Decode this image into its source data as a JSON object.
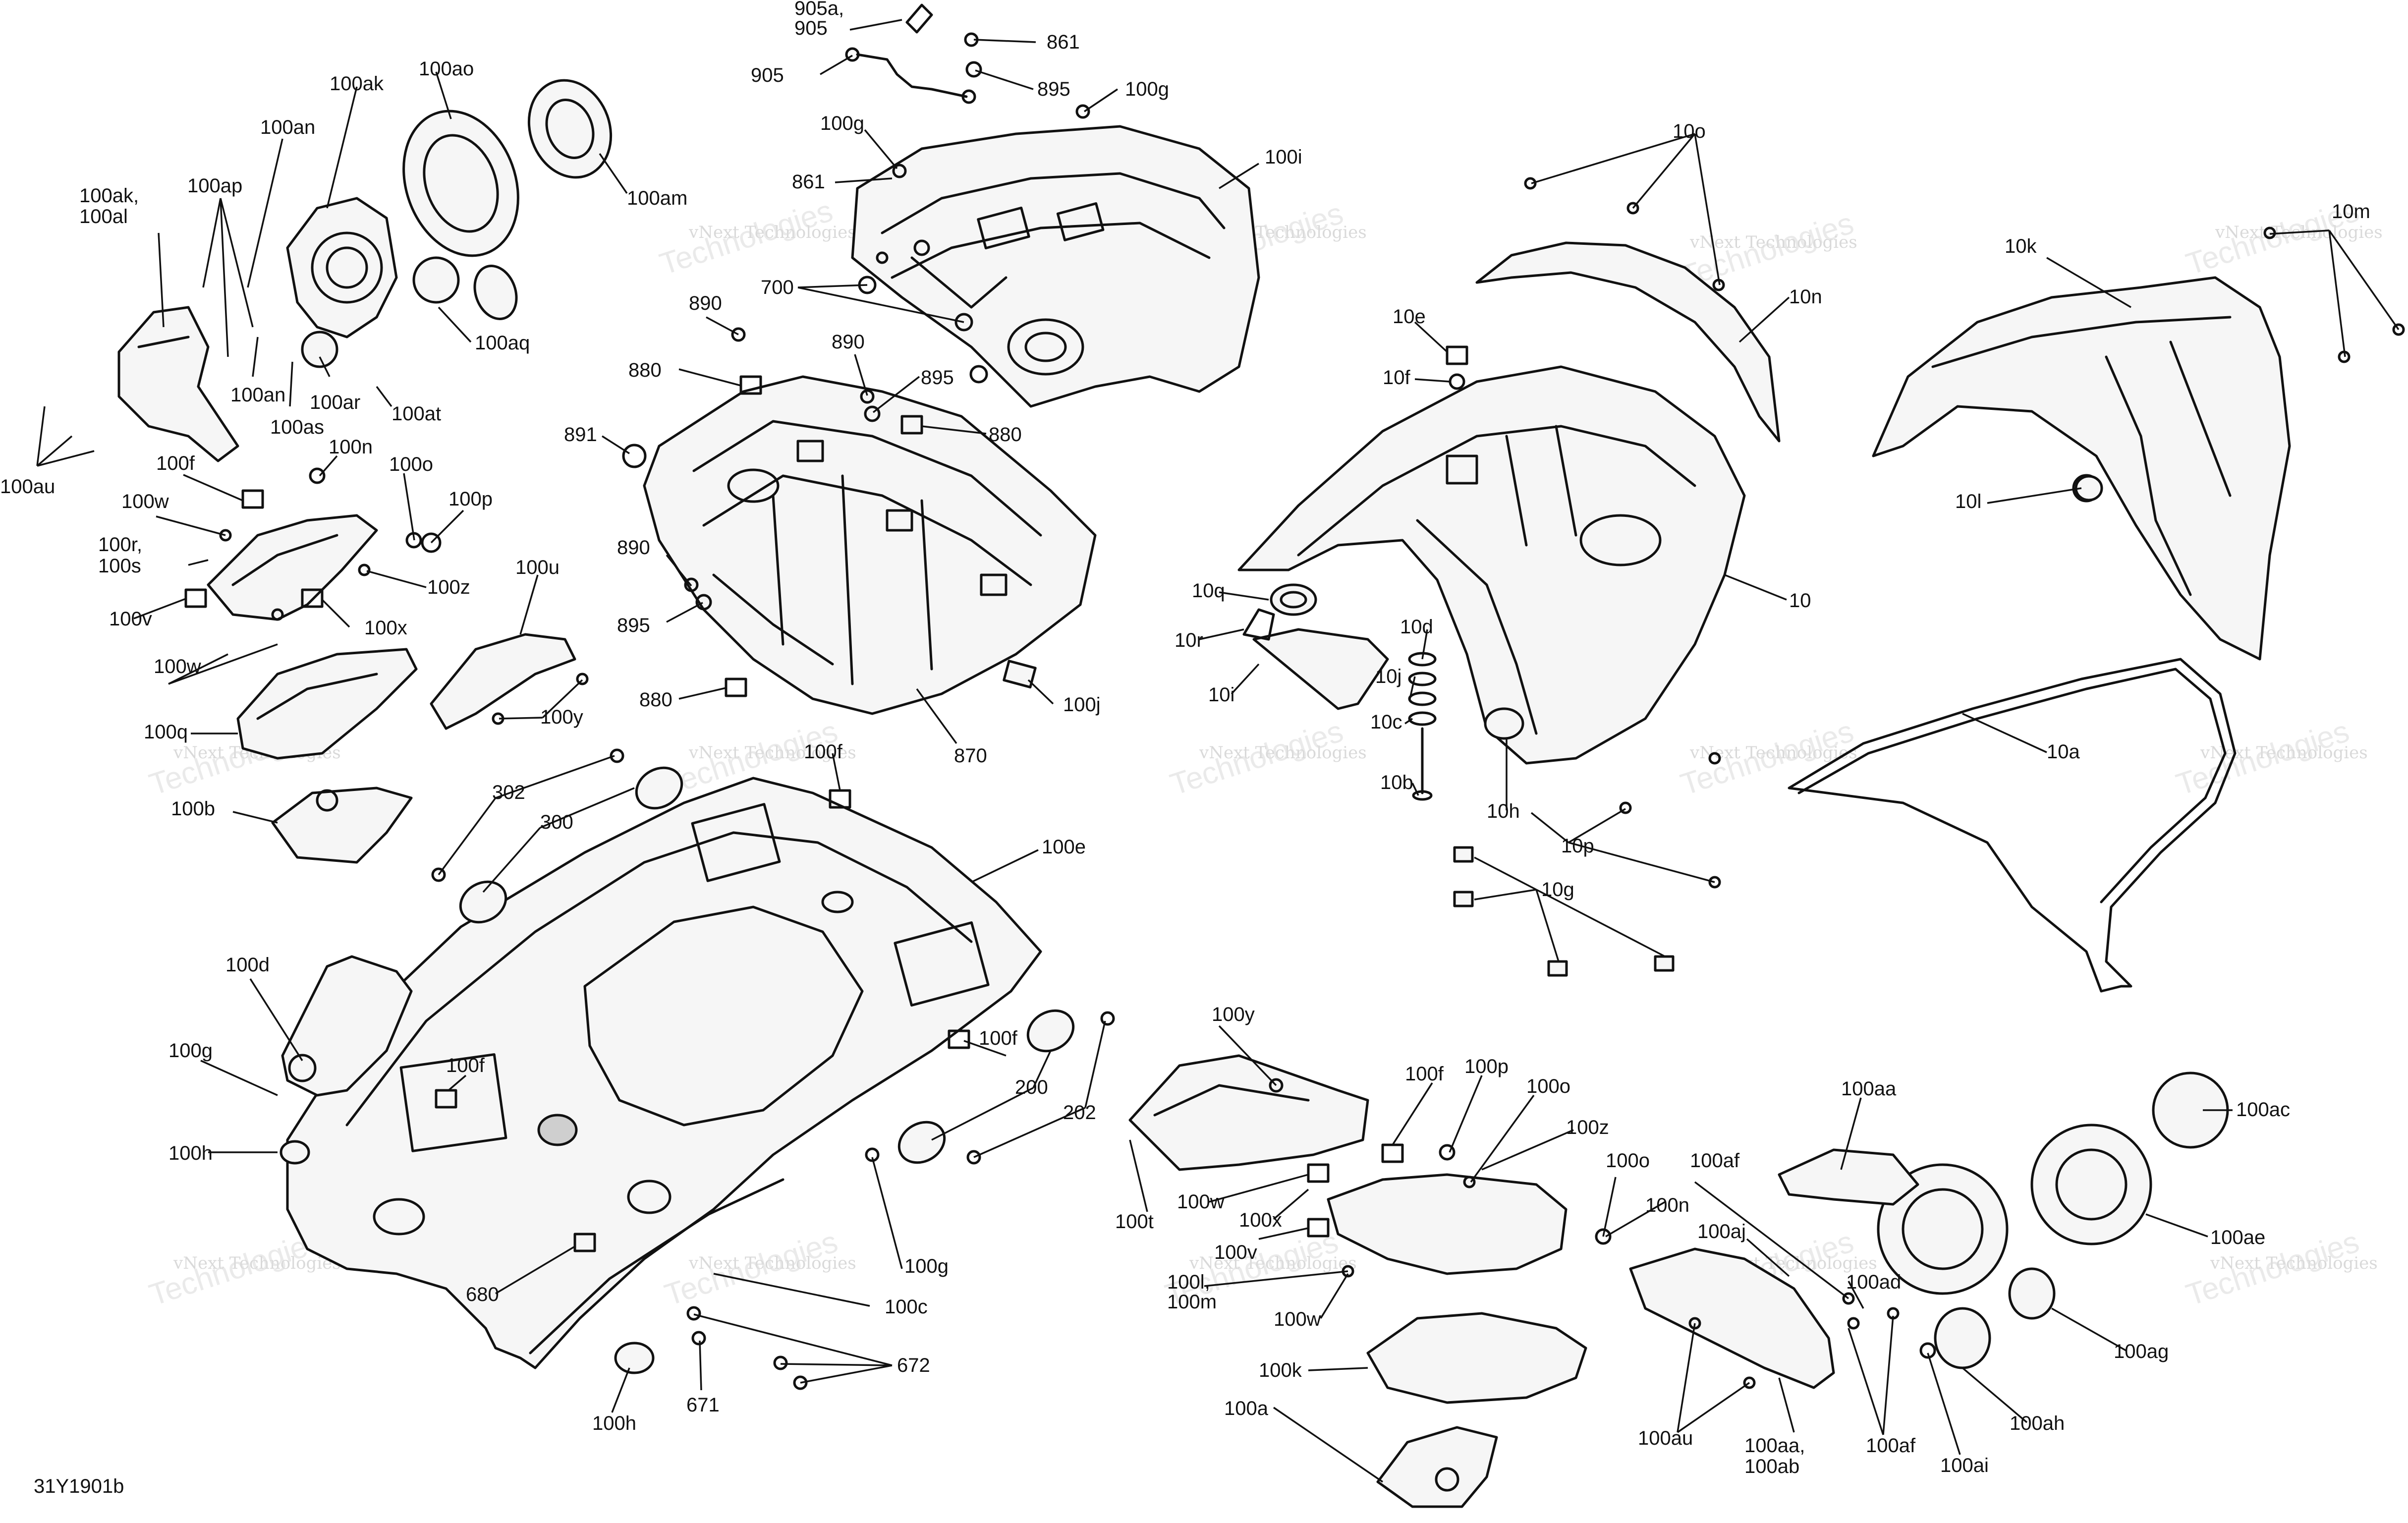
{
  "drawing_code": "31Y1901b",
  "watermark": {
    "line1": "vNext Technologies",
    "line2": "Technologies"
  },
  "callouts": [
    {
      "id": "c905a",
      "text": "905a,"
    },
    {
      "id": "c905b",
      "text": "905"
    },
    {
      "id": "c905c",
      "text": "905"
    },
    {
      "id": "c861a",
      "text": "861"
    },
    {
      "id": "c895a",
      "text": "895"
    },
    {
      "id": "c100g_top",
      "text": "100g"
    },
    {
      "id": "c100g_mid",
      "text": "100g"
    },
    {
      "id": "c861b",
      "text": "861"
    },
    {
      "id": "c100i",
      "text": "100i"
    },
    {
      "id": "c700",
      "text": "700"
    },
    {
      "id": "c890a",
      "text": "890"
    },
    {
      "id": "c890b",
      "text": "890"
    },
    {
      "id": "c895b",
      "text": "895"
    },
    {
      "id": "c880a",
      "text": "880"
    },
    {
      "id": "c880b",
      "text": "880"
    },
    {
      "id": "c891",
      "text": "891"
    },
    {
      "id": "c890c",
      "text": "890"
    },
    {
      "id": "c895c",
      "text": "895"
    },
    {
      "id": "c880c",
      "text": "880"
    },
    {
      "id": "c870",
      "text": "870"
    },
    {
      "id": "c100j",
      "text": "100j"
    },
    {
      "id": "c100ak_top",
      "text": "100ak"
    },
    {
      "id": "c100ao",
      "text": "100ao"
    },
    {
      "id": "c100an_top",
      "text": "100an"
    },
    {
      "id": "c100ap",
      "text": "100ap"
    },
    {
      "id": "c100ak_l1",
      "text": "100ak,"
    },
    {
      "id": "c100al",
      "text": "100al"
    },
    {
      "id": "c100am",
      "text": "100am"
    },
    {
      "id": "c100aq",
      "text": "100aq"
    },
    {
      "id": "c100an_bot",
      "text": "100an"
    },
    {
      "id": "c100ar",
      "text": "100ar"
    },
    {
      "id": "c100at",
      "text": "100at"
    },
    {
      "id": "c100as",
      "text": "100as"
    },
    {
      "id": "c100au_l",
      "text": "100au"
    },
    {
      "id": "c100f_l",
      "text": "100f"
    },
    {
      "id": "c100n_l",
      "text": "100n"
    },
    {
      "id": "c100o_l",
      "text": "100o"
    },
    {
      "id": "c100p_l",
      "text": "100p"
    },
    {
      "id": "c100w_l1",
      "text": "100w"
    },
    {
      "id": "c100r",
      "text": "100r,"
    },
    {
      "id": "c100s",
      "text": "100s"
    },
    {
      "id": "c100z_l",
      "text": "100z"
    },
    {
      "id": "c100v_l",
      "text": "100v"
    },
    {
      "id": "c100x_l",
      "text": "100x"
    },
    {
      "id": "c100u",
      "text": "100u"
    },
    {
      "id": "c100w_l2",
      "text": "100w"
    },
    {
      "id": "c100y_l",
      "text": "100y"
    },
    {
      "id": "c100q",
      "text": "100q"
    },
    {
      "id": "c100b",
      "text": "100b"
    },
    {
      "id": "c302",
      "text": "302"
    },
    {
      "id": "c300",
      "text": "300"
    },
    {
      "id": "c100f_m",
      "text": "100f"
    },
    {
      "id": "c100e",
      "text": "100e"
    },
    {
      "id": "c100d",
      "text": "100d"
    },
    {
      "id": "c100g_l",
      "text": "100g"
    },
    {
      "id": "c100f_p",
      "text": "100f"
    },
    {
      "id": "c100h_l",
      "text": "100h"
    },
    {
      "id": "c100f_r",
      "text": "100f"
    },
    {
      "id": "c200",
      "text": "200"
    },
    {
      "id": "c202",
      "text": "202"
    },
    {
      "id": "c100g_b",
      "text": "100g"
    },
    {
      "id": "c680",
      "text": "680"
    },
    {
      "id": "c100c",
      "text": "100c"
    },
    {
      "id": "c672",
      "text": "672"
    },
    {
      "id": "c671",
      "text": "671"
    },
    {
      "id": "c100h_b",
      "text": "100h"
    },
    {
      "id": "c10o",
      "text": "10o"
    },
    {
      "id": "c10n",
      "text": "10n"
    },
    {
      "id": "c10e",
      "text": "10e"
    },
    {
      "id": "c10f",
      "text": "10f"
    },
    {
      "id": "c10",
      "text": "10"
    },
    {
      "id": "c10q",
      "text": "10q"
    },
    {
      "id": "c10r",
      "text": "10r"
    },
    {
      "id": "c10i",
      "text": "10i"
    },
    {
      "id": "c10d",
      "text": "10d"
    },
    {
      "id": "c10j",
      "text": "10j"
    },
    {
      "id": "c10c",
      "text": "10c"
    },
    {
      "id": "c10b",
      "text": "10b"
    },
    {
      "id": "c10h",
      "text": "10h"
    },
    {
      "id": "c10p",
      "text": "10p"
    },
    {
      "id": "c10g",
      "text": "10g"
    },
    {
      "id": "c10k",
      "text": "10k"
    },
    {
      "id": "c10m",
      "text": "10m"
    },
    {
      "id": "c10l",
      "text": "10l"
    },
    {
      "id": "c10a",
      "text": "10a"
    },
    {
      "id": "c100y_r",
      "text": "100y"
    },
    {
      "id": "c100f_r2",
      "text": "100f"
    },
    {
      "id": "c100p_r",
      "text": "100p"
    },
    {
      "id": "c100o_r1",
      "text": "100o"
    },
    {
      "id": "c100z_r",
      "text": "100z"
    },
    {
      "id": "c100t",
      "text": "100t"
    },
    {
      "id": "c100w_r1",
      "text": "100w"
    },
    {
      "id": "c100x_r",
      "text": "100x"
    },
    {
      "id": "c100v_r",
      "text": "100v"
    },
    {
      "id": "c100l",
      "text": "100l,"
    },
    {
      "id": "c100m",
      "text": "100m"
    },
    {
      "id": "c100w_r2",
      "text": "100w"
    },
    {
      "id": "c100k",
      "text": "100k"
    },
    {
      "id": "c100a",
      "text": "100a"
    },
    {
      "id": "c100o_r2",
      "text": "100o"
    },
    {
      "id": "c100n_r",
      "text": "100n"
    },
    {
      "id": "c100aa_top",
      "text": "100aa"
    },
    {
      "id": "c100af_top",
      "text": "100af"
    },
    {
      "id": "c100aj",
      "text": "100aj"
    },
    {
      "id": "c100ad",
      "text": "100ad"
    },
    {
      "id": "c100ac",
      "text": "100ac"
    },
    {
      "id": "c100ae",
      "text": "100ae"
    },
    {
      "id": "c100ag",
      "text": "100ag"
    },
    {
      "id": "c100ah",
      "text": "100ah"
    },
    {
      "id": "c100au_r",
      "text": "100au"
    },
    {
      "id": "c100aa_b",
      "text": "100aa,"
    },
    {
      "id": "c100ab",
      "text": "100ab"
    },
    {
      "id": "c100af_b",
      "text": "100af"
    },
    {
      "id": "c100ai",
      "text": "100ai"
    }
  ]
}
